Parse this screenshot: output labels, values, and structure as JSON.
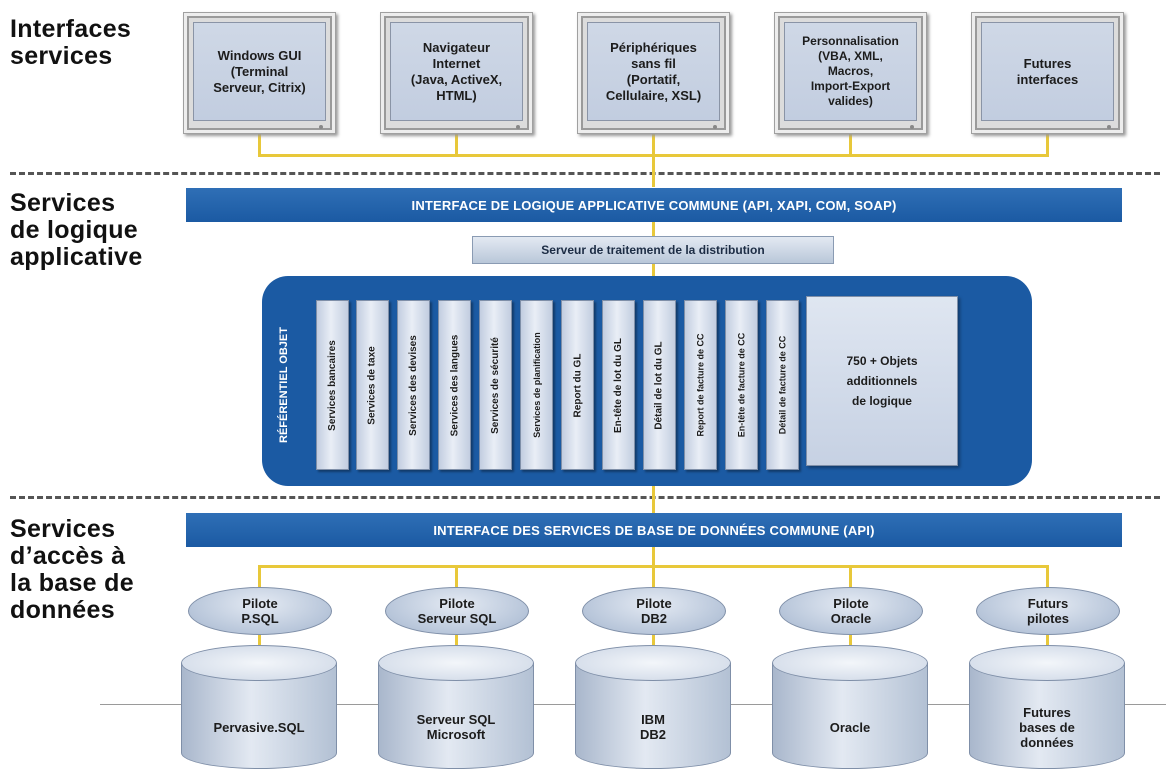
{
  "sections": {
    "interfaces": "Interfaces\nservices",
    "logic": "Services\nde logique\napplicative",
    "db_access": "Services\nd’accès à\nla base de\ndonnées"
  },
  "monitors": [
    {
      "label": "Windows GUI\n(Terminal\nServeur, Citrix)"
    },
    {
      "label": "Navigateur\nInternet\n(Java, ActiveX,\nHTML)"
    },
    {
      "label": "Périphériques\nsans fil\n(Portatif,\nCellulaire, XSL)"
    },
    {
      "label": "Personnalisation\n(VBA, XML,\nMacros,\nImport-Export\nvalides)"
    },
    {
      "label": "Futures\ninterfaces"
    }
  ],
  "logic_bar": "INTERFACE DE LOGIQUE APPLICATIVE COMMUNE (API, XAPI, COM, SOAP)",
  "distribution_server": "Serveur de traitement de la distribution",
  "repository": {
    "label": "RÉFÉRENTIEL OBJET",
    "cards": [
      "Services bancaires",
      "Services de taxe",
      "Services des devises",
      "Services des langues",
      "Services de sécurité",
      "Services de planification",
      "Report du GL",
      "En-tête de lot du GL",
      "Détail de lot du GL",
      "Report de facture de CC",
      "En-tête de facture de CC",
      "Détail de facture de CC"
    ],
    "more": "750 + Objets\nadditionnels\nde logique"
  },
  "db_bar": "INTERFACE DES SERVICES DE BASE DE DONNÉES COMMUNE (API)",
  "drivers": [
    {
      "label": "Pilote\nP.SQL"
    },
    {
      "label": "Pilote\nServeur SQL"
    },
    {
      "label": "Pilote\nDB2"
    },
    {
      "label": "Pilote\nOracle"
    },
    {
      "label": "Futurs\npilotes"
    }
  ],
  "databases": [
    {
      "label": "Pervasive.SQL"
    },
    {
      "label": "Serveur SQL\nMicrosoft"
    },
    {
      "label": "IBM\nDB2"
    },
    {
      "label": "Oracle"
    },
    {
      "label": "Futures\nbases de\ndonnées"
    }
  ]
}
